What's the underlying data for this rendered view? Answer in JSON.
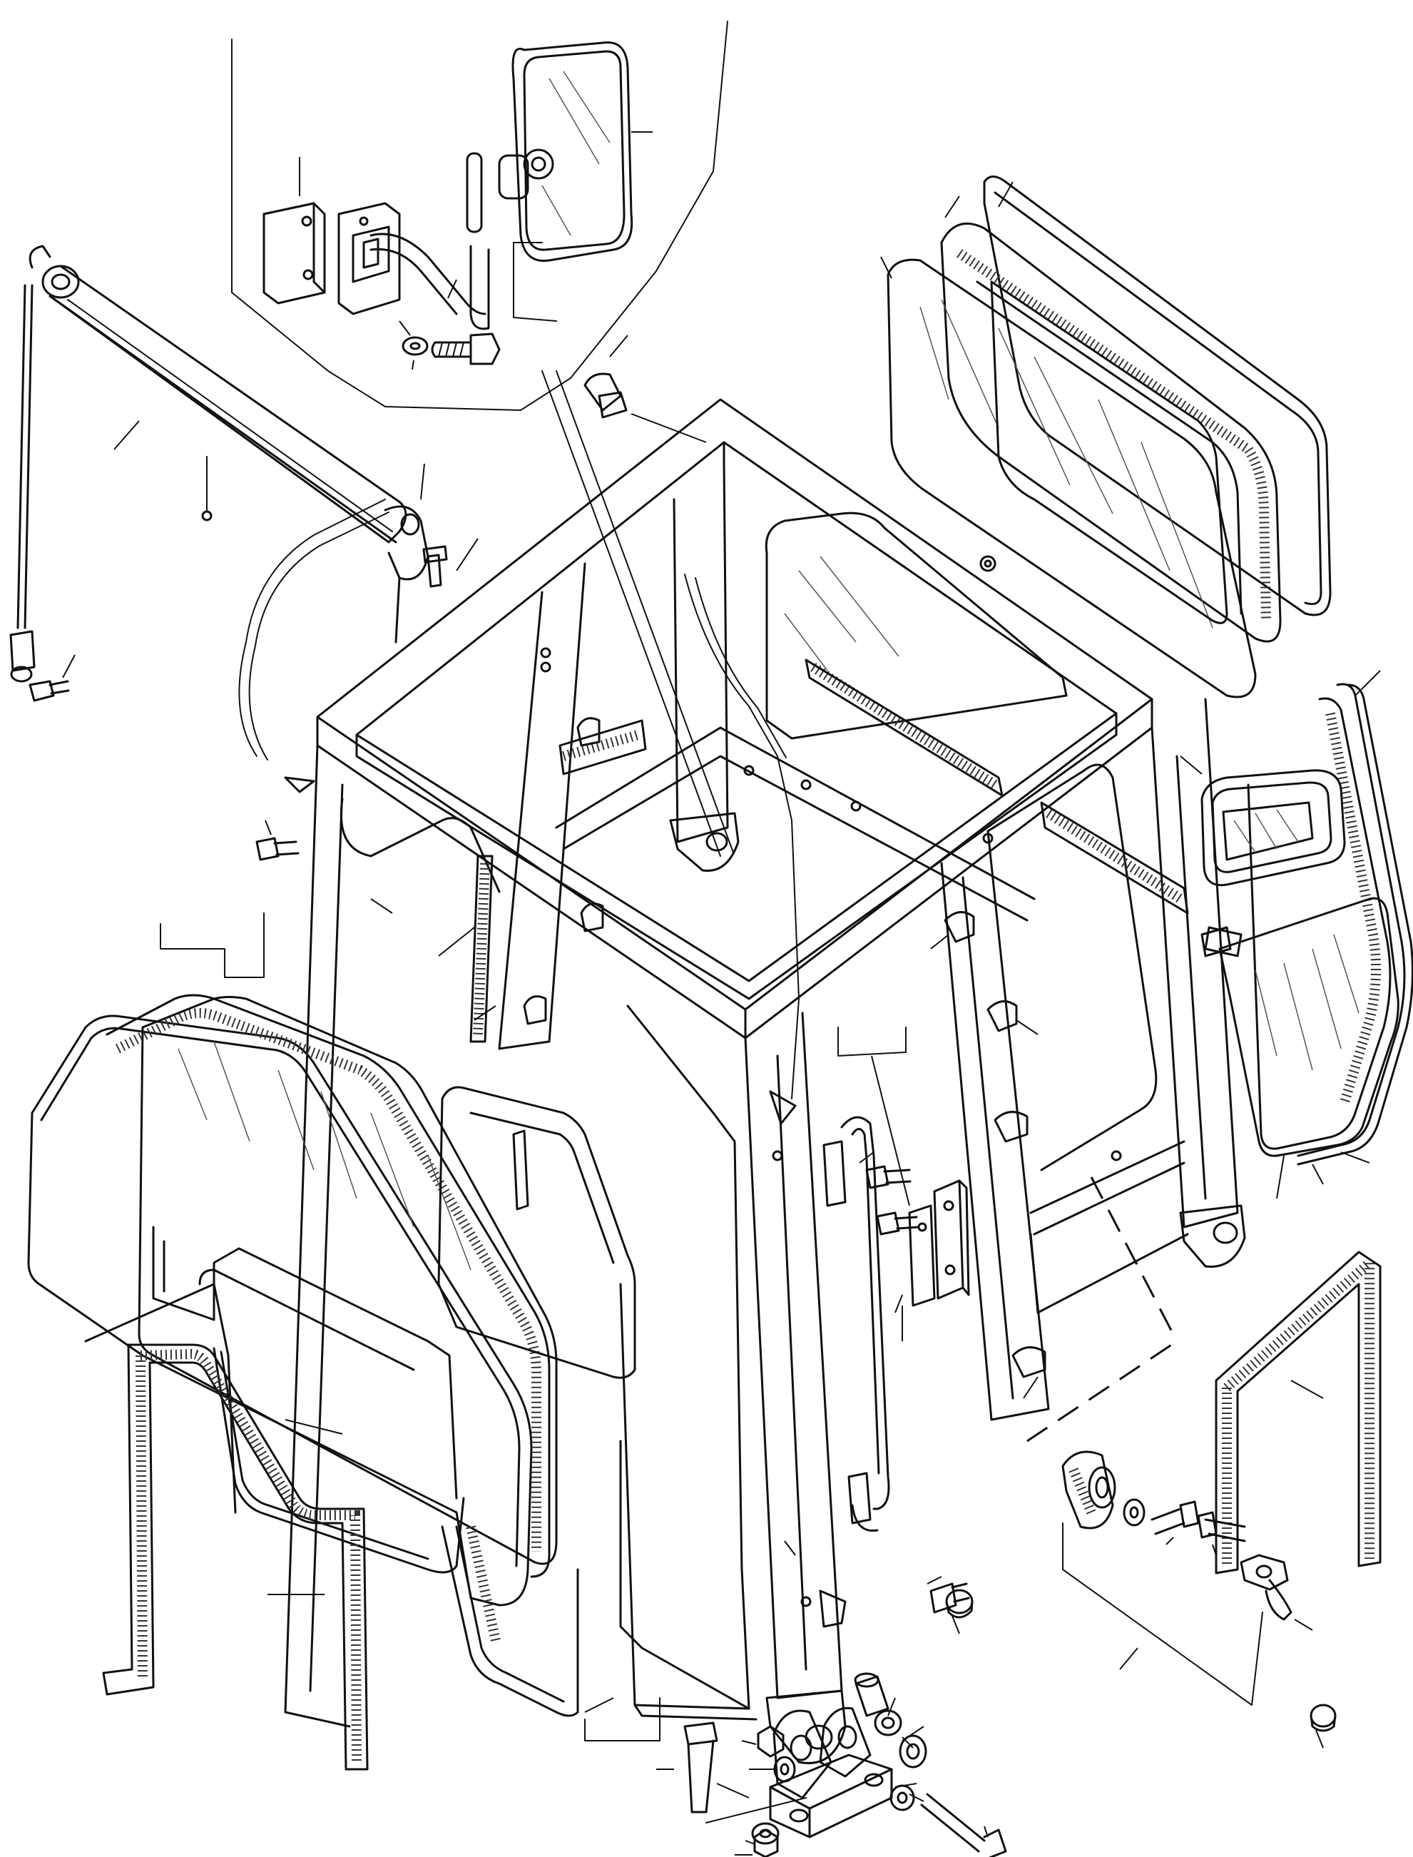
{
  "diagram": {
    "kind": "exploded-parts-view",
    "line_color": "#111111",
    "background": "#ffffff",
    "parts": [
      {
        "id": "cab-frame",
        "icon": "cab-frame-icon"
      },
      {
        "id": "rear-view-mirror",
        "icon": "mirror-icon"
      },
      {
        "id": "mirror-bracket",
        "icon": "bracket-icon"
      },
      {
        "id": "mirror-pad",
        "icon": "pad-icon"
      },
      {
        "id": "sun-visor-roller",
        "icon": "roller-blind-icon"
      },
      {
        "id": "roof-window",
        "icon": "window-pane-icon"
      },
      {
        "id": "side-window",
        "icon": "window-pane-icon"
      },
      {
        "id": "door-window",
        "icon": "window-pane-icon"
      },
      {
        "id": "door-panel",
        "icon": "door-icon"
      },
      {
        "id": "front-windshield",
        "icon": "window-pane-icon"
      },
      {
        "id": "seal-strip",
        "icon": "seal-strip-icon"
      },
      {
        "id": "mount-bracket",
        "icon": "mount-bracket-icon"
      },
      {
        "id": "rubber-damper",
        "icon": "damper-icon"
      },
      {
        "id": "door-stop-bracket",
        "icon": "hinge-icon"
      },
      {
        "id": "grab-handle",
        "icon": "handle-icon"
      },
      {
        "id": "bolt",
        "icon": "bolt-icon"
      },
      {
        "id": "washer",
        "icon": "washer-icon"
      },
      {
        "id": "nut",
        "icon": "nut-icon"
      },
      {
        "id": "cap",
        "icon": "cap-icon"
      }
    ]
  }
}
